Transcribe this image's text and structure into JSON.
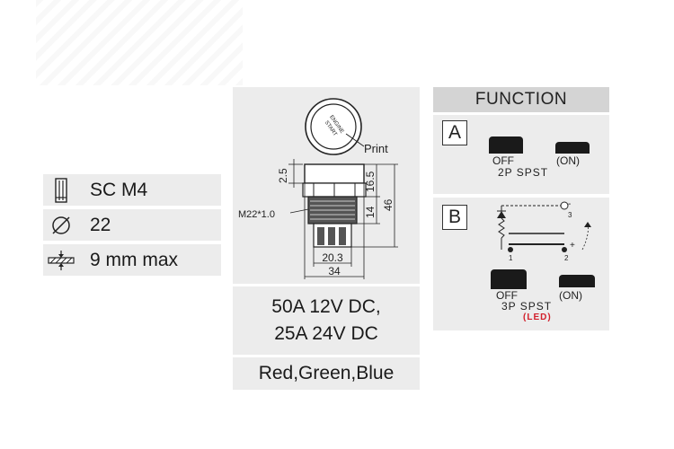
{
  "specs": [
    {
      "icon": "screw-icon",
      "text": "SC M4"
    },
    {
      "icon": "diameter-icon",
      "text": "22"
    },
    {
      "icon": "panel-thickness-icon",
      "text": "9 mm max"
    }
  ],
  "drawing": {
    "button_text_line1": "ENGINE",
    "button_text_line2": "START",
    "print_label": "Print",
    "dim_2_5": "2.5",
    "dim_16_5": "16.5",
    "dim_14": "14",
    "dim_46": "46",
    "thread_label": "M22*1.0",
    "dim_20_3": "20.3",
    "dim_34": "34"
  },
  "rating": {
    "line1": "50A 12V DC,",
    "line2": "25A 24V DC"
  },
  "colors_text": "Red,Green,Blue",
  "function": {
    "title": "FUNCTION",
    "a": {
      "letter": "A",
      "off": "OFF",
      "on": "(ON)",
      "type": "2P SPST"
    },
    "b": {
      "letter": "B",
      "off": "OFF",
      "on": "(ON)",
      "type": "3P SPST",
      "led": "(LED)",
      "pin1": "1",
      "pin2": "2",
      "pin3": "3",
      "minus": "-",
      "plus": "+"
    }
  },
  "accent_led_color": "#d21e2a"
}
